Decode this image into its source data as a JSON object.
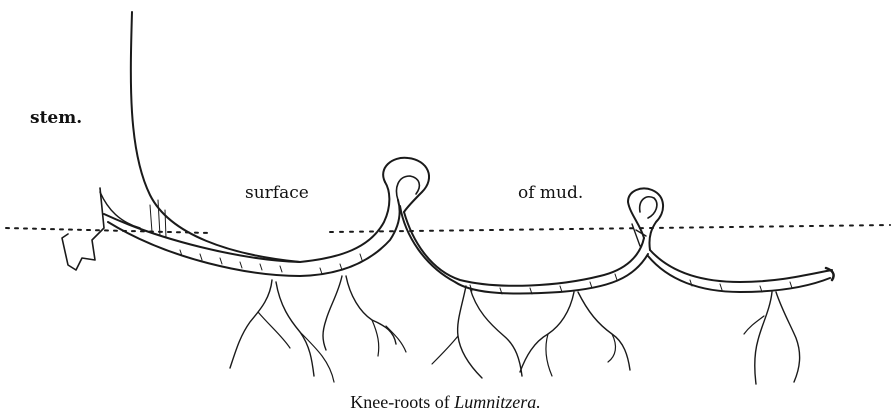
{
  "labels": {
    "stem": "stem.",
    "surface": "surface",
    "mud": "of mud."
  },
  "caption": {
    "prefix": "Knee-roots of ",
    "genus": "Lumnitzera."
  }
}
